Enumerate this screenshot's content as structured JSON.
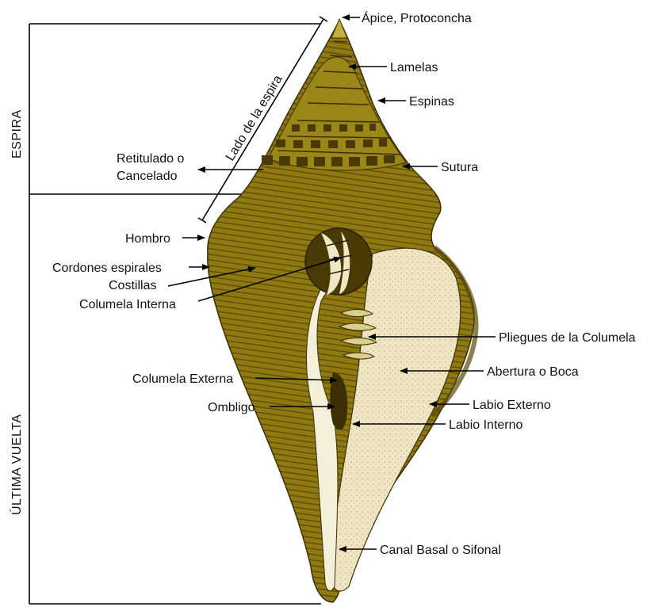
{
  "sections": {
    "spire": "ESPIRA",
    "last_whorl": "ÚLTIMA VUELTA",
    "spire_side": "Lado de la espira"
  },
  "labels": {
    "apex": "Ápice, Protoconcha",
    "lamellae": "Lamelas",
    "spines": "Espinas",
    "reticulated_1": "Retitulado o",
    "reticulated_2": "Cancelado",
    "suture": "Sutura",
    "shoulder": "Hombro",
    "spiral_cords": "Cordones espirales",
    "ribs": "Costillas",
    "inner_columella": "Columela Interna",
    "columellar_folds": "Pliegues de la Columela",
    "aperture": "Abertura o Boca",
    "outer_columella": "Columela Externa",
    "outer_lip": "Labio Externo",
    "umbilicus": "Ombligo",
    "inner_lip": "Labio Interno",
    "siphonal_canal": "Canal Basal o Sifonal"
  },
  "colors": {
    "shell_body": "#8f7a12",
    "shell_dark": "#4a3a06",
    "shell_light": "#b8a33a",
    "aperture": "#efe7c6",
    "columella": "#f4efd9"
  }
}
